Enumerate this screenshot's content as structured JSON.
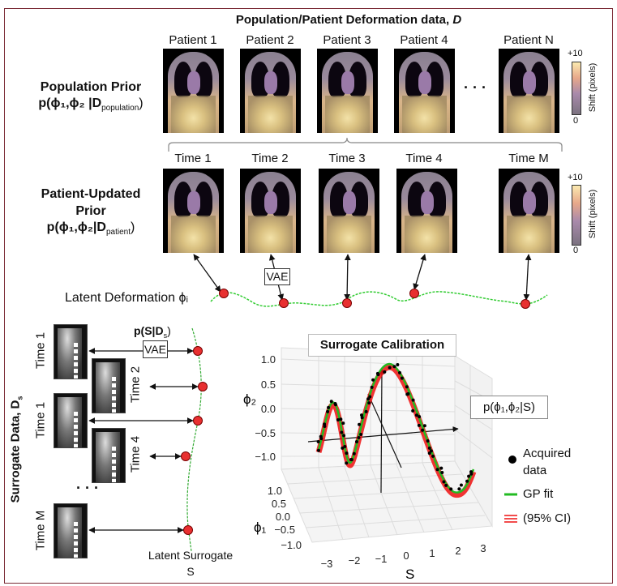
{
  "title": "Population/Patient Deformation data, ",
  "title_var": "D",
  "patients": [
    "Patient 1",
    "Patient 2",
    "Patient 3",
    "Patient 4",
    "Patient N"
  ],
  "times": [
    "Time 1",
    "Time 2",
    "Time 3",
    "Time 4",
    "Time M"
  ],
  "ellipsis": "· · ·",
  "colorbar": {
    "max": "+10",
    "min": "0",
    "label": "Shift (pixels)"
  },
  "population_prior": {
    "title": "Population Prior",
    "formula": "p(ϕ₁,ϕ₂ |D",
    "subscript": "population",
    "close": ")"
  },
  "patient_prior": {
    "title1": "Patient-Updated",
    "title2": "Prior",
    "formula": "p(ϕ₁,ϕ₂|D",
    "subscript": "patient",
    "close": ")"
  },
  "vae": "VAE",
  "latent_deformation": "Latent Deformation ϕᵢ",
  "surrogate": {
    "side_label": "Surrogate Data, D",
    "side_sub": "s",
    "times": [
      "Time 1",
      "Time 2",
      "Time 1",
      "Time 4",
      "Time M"
    ],
    "formula": "p(S|D",
    "formula_sub": "s",
    "formula_close": ")",
    "latent_label": "Latent Surrogate",
    "latent_var": "S"
  },
  "calibration": {
    "title": "Surrogate Calibration",
    "posterior": "p(ϕ₁,ϕ₂|S)",
    "phi2_label": "ϕ₂",
    "phi1_label": "ϕ₁",
    "s_label": "S",
    "phi2_ticks": [
      "1.0",
      "0.5",
      "0.0",
      "−0.5",
      "−1.0"
    ],
    "phi1_ticks": [
      "1.0",
      "0.5",
      "0.0",
      "−0.5",
      "−1.0"
    ],
    "s_ticks": [
      "−3",
      "−2",
      "−1",
      "0",
      "1",
      "2",
      "3"
    ],
    "legend": [
      "Acquired",
      "data",
      "GP fit",
      "(95% CI)"
    ],
    "colors": {
      "gp": "#22bb22",
      "ci": "#ee1111",
      "points": "#000000",
      "latent_dot": "#e83030"
    }
  }
}
